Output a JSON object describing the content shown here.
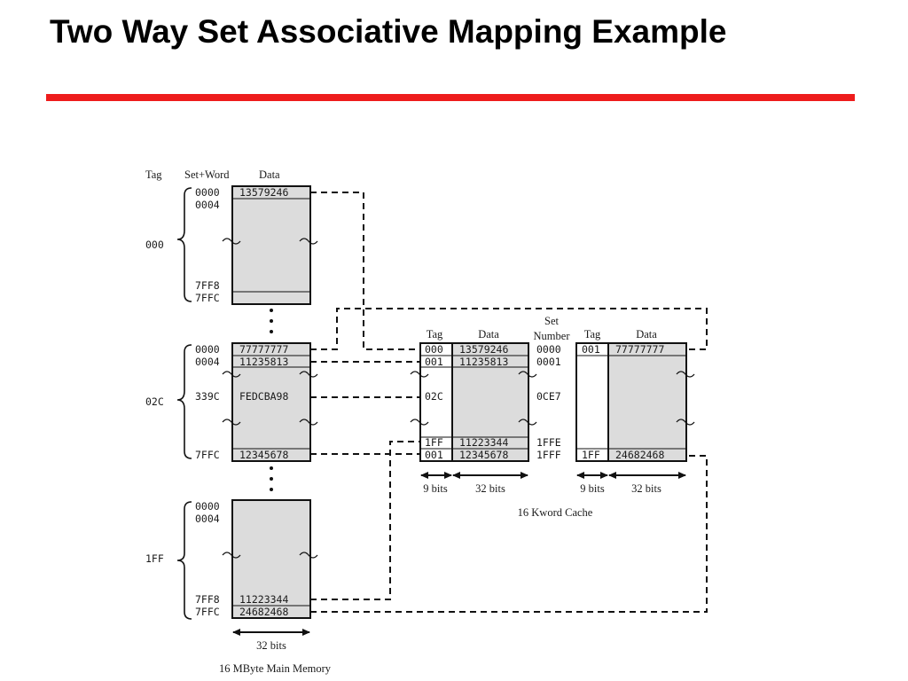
{
  "slide": {
    "title": "Two Way Set Associative Mapping Example",
    "accent_color": "#ee1c1c"
  },
  "main_memory": {
    "header_tag": "Tag",
    "header_setword": "Set+Word",
    "header_data": "Data",
    "caption": "16 MByte Main Memory",
    "width_label": "32 bits",
    "blocks": [
      {
        "tag": "000",
        "rows": [
          {
            "addr": "0000",
            "data": "13579246"
          },
          {
            "addr": "0004",
            "data": ""
          },
          {
            "addr": "7FF8",
            "data": ""
          },
          {
            "addr": "7FFC",
            "data": ""
          }
        ]
      },
      {
        "tag": "02C",
        "rows": [
          {
            "addr": "0000",
            "data": "77777777"
          },
          {
            "addr": "0004",
            "data": "11235813"
          },
          {
            "addr": "339C",
            "data": "FEDCBA98"
          },
          {
            "addr": "7FFC",
            "data": "12345678"
          }
        ]
      },
      {
        "tag": "1FF",
        "rows": [
          {
            "addr": "0000",
            "data": ""
          },
          {
            "addr": "0004",
            "data": ""
          },
          {
            "addr": "7FF8",
            "data": "11223344"
          },
          {
            "addr": "7FFC",
            "data": "24682468"
          }
        ]
      }
    ]
  },
  "cache": {
    "caption": "16 Kword Cache",
    "header_set": "Set",
    "header_number": "Number",
    "way1": {
      "header_tag": "Tag",
      "header_data": "Data",
      "tag_bits": "9 bits",
      "data_bits": "32 bits",
      "rows": [
        {
          "tag": "000",
          "data": "13579246"
        },
        {
          "tag": "001",
          "data": "11235813"
        },
        {
          "tag": "02C",
          "data": ""
        },
        {
          "tag": "1FF",
          "data": "11223344"
        },
        {
          "tag": "001",
          "data": "12345678"
        }
      ]
    },
    "set_numbers": [
      "0000",
      "0001",
      "0CE7",
      "1FFE",
      "1FFF"
    ],
    "way2": {
      "header_tag": "Tag",
      "header_data": "Data",
      "tag_bits": "9 bits",
      "data_bits": "32 bits",
      "rows": [
        {
          "tag": "001",
          "data": "77777777"
        },
        {
          "tag": "1FF",
          "data": "24682468"
        }
      ]
    }
  }
}
